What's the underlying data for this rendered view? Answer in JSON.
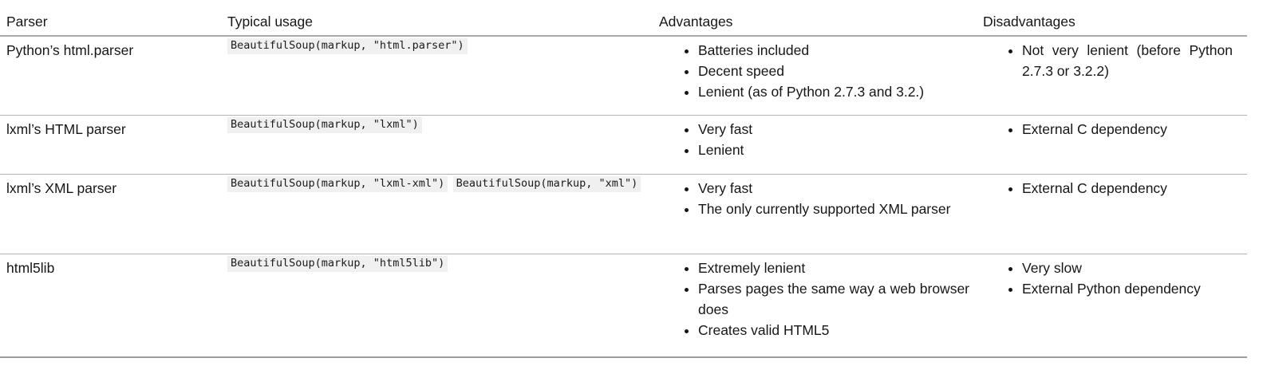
{
  "table": {
    "headers": [
      "Parser",
      "Typical usage",
      "Advantages",
      "Disadvantages"
    ],
    "rows": [
      {
        "parser": "Python’s html.parser",
        "code": [
          "BeautifulSoup(markup, \"html.parser\")"
        ],
        "advantages": [
          "Batteries included",
          "Decent speed",
          "Lenient (as of Python 2.7.3 and 3.2.)"
        ],
        "disadvantages": [
          "Not very lenient (before Python 2.7.3 or 3.2.2)"
        ]
      },
      {
        "parser": "lxml’s HTML parser",
        "code": [
          "BeautifulSoup(markup, \"lxml\")"
        ],
        "advantages": [
          "Very fast",
          "Lenient"
        ],
        "disadvantages": [
          "External C dependency"
        ]
      },
      {
        "parser": "lxml’s XML parser",
        "code": [
          "BeautifulSoup(markup, \"lxml-xml\")",
          "BeautifulSoup(markup, \"xml\")"
        ],
        "advantages": [
          "Very fast",
          "The only currently supported XML parser"
        ],
        "disadvantages": [
          "External C dependency"
        ]
      },
      {
        "parser": "html5lib",
        "code": [
          "BeautifulSoup(markup, \"html5lib\")"
        ],
        "advantages": [
          "Extremely lenient",
          "Parses pages the same way a web browser does",
          "Creates valid HTML5"
        ],
        "disadvantages": [
          "Very slow",
          "External Python dependency"
        ]
      }
    ],
    "colors": {
      "header_rule": "#a9a9a9",
      "row_rule": "#b3b3b3",
      "bottom_rule": "#9c9c9c",
      "code_background": "#f0f0f0",
      "text": "#161616"
    }
  }
}
